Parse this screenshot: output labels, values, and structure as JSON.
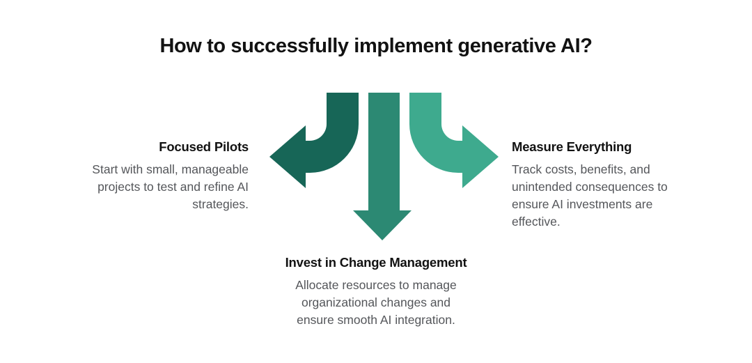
{
  "title": "How to successfully implement generative AI?",
  "colors": {
    "background": "#FFFFFF",
    "heading_text": "#121212",
    "body_text": "#54565A",
    "arrow_left": "#176657",
    "arrow_down": "#2C8973",
    "arrow_right": "#3EAA8E"
  },
  "arrows": {
    "left": {
      "direction": "curved-left",
      "color": "#176657"
    },
    "down": {
      "direction": "straight-down",
      "color": "#2C8973"
    },
    "right": {
      "direction": "curved-right",
      "color": "#3EAA8E"
    }
  },
  "items": [
    {
      "position": "left",
      "heading": "Focused Pilots",
      "body": "Start with small, manageable\nprojects to test and refine AI\nstrategies."
    },
    {
      "position": "bottom",
      "heading": "Invest in Change Management",
      "body": "Allocate resources to manage\norganizational changes and\nensure smooth AI integration."
    },
    {
      "position": "right",
      "heading": "Measure Everything",
      "body": "Track costs, benefits, and\nunintended consequences to\nensure AI investments are\neffective."
    }
  ]
}
